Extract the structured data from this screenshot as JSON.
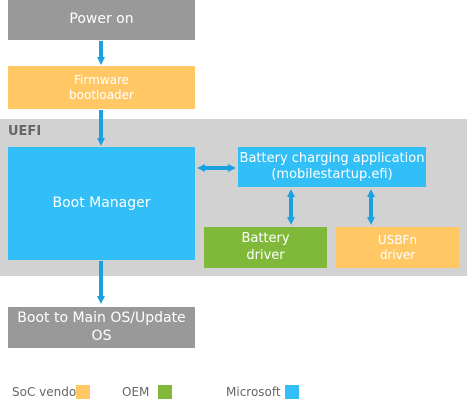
{
  "colors": {
    "soc_vendor": "#ffc865",
    "oem": "#80b83a",
    "microsoft": "#32bef6",
    "neutral": "#999999",
    "uefi_region": "#d2d2d2",
    "arrow": "#1ba1e2"
  },
  "nodes": {
    "power_on": "Power on",
    "firmware_bootloader": "Firmware\nbootloader",
    "uefi": "UEFI",
    "boot_manager": "Boot Manager",
    "battery_charging_app": "Battery charging application\n(mobilestartup.efi)",
    "battery_driver": "Battery\ndriver",
    "usbfn_driver": "USBFn\ndriver",
    "boot_to_os": "Boot to Main OS/Update OS"
  },
  "legend": {
    "soc_vendor": "SoC vendor",
    "oem": "OEM",
    "microsoft": "Microsoft"
  }
}
